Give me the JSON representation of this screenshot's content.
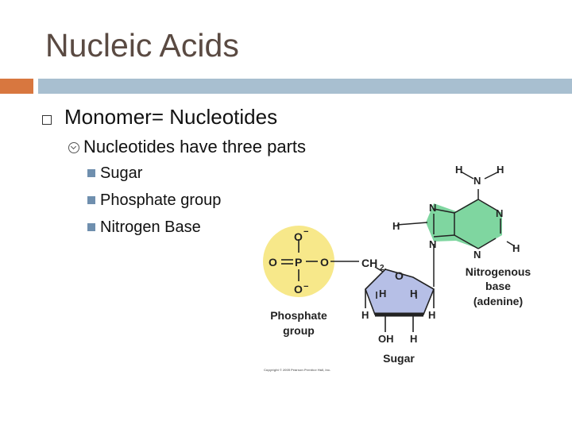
{
  "slide": {
    "title": "Nucleic Acids",
    "bullet1": "Monomer= Nucleotides",
    "bullet2": "Nucleotides have three parts",
    "parts": [
      "Sugar",
      "Phosphate group",
      "Nitrogen Base"
    ]
  },
  "figure": {
    "phosphate": {
      "o_top": "O",
      "o_top_charge": "−",
      "o_left": "O",
      "p": "P",
      "o_right": "O",
      "o_bottom": "O",
      "o_bottom_charge": "−",
      "label_line1": "Phosphate",
      "label_line2": "group"
    },
    "sugar": {
      "ch2": "CH",
      "ch2_sub": "2",
      "ring_o": "O",
      "h_inner_left": "H",
      "h_inner_right": "H",
      "h_outer_left": "H",
      "h_outer_right": "H",
      "oh": "OH",
      "h_bottom": "H",
      "label": "Sugar"
    },
    "base": {
      "amine_h_left": "H",
      "amine_n": "N",
      "amine_h_right": "H",
      "n_top_left": "N",
      "n_right": "N",
      "n_bottom": "N",
      "n_bottom_left": "N",
      "h_left": "H",
      "h_right": "H",
      "label_line1": "Nitrogenous",
      "label_line2": "base",
      "label_line3": "(adenine)"
    },
    "copyright": "Copyright © 2005 Pearson Prentice Hall, Inc."
  },
  "colors": {
    "title": "#5a4a42",
    "accent_orange": "#d8773f",
    "accent_blue": "#a8bfd0",
    "phosphate_fill": "#f7e88a",
    "sugar_fill": "#b6bfe6",
    "base_fill": "#7fd6a0"
  }
}
